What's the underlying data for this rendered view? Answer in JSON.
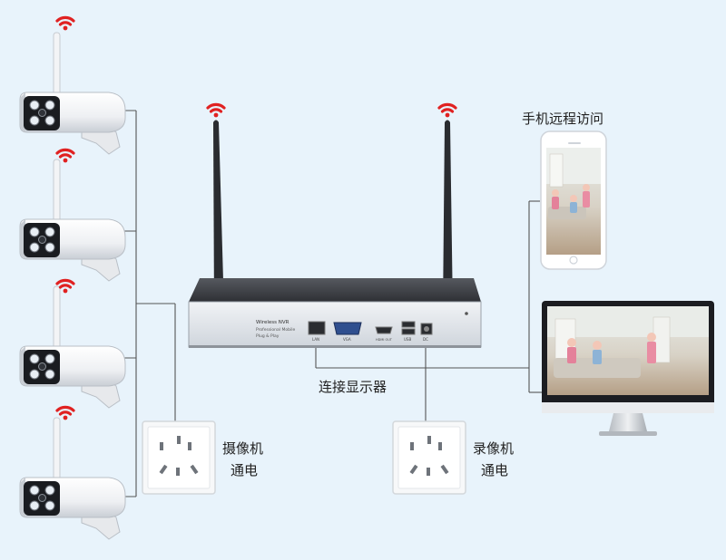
{
  "labels": {
    "phone_access": "手机远程访问",
    "connect_display": "连接显示器",
    "camera_power": [
      "摄像机",
      "通电"
    ],
    "recorder_power": [
      "录像机",
      "通电"
    ]
  },
  "nvr": {
    "front_text": [
      "Wireless NVR",
      "Professional Mobile",
      "Plug & Play"
    ],
    "ports": [
      "LAN",
      "VGA",
      "HDMI OUT",
      "USB",
      "DC"
    ]
  },
  "colors": {
    "background": "#e8f3fb",
    "wifi": "#e02121",
    "line": "#555555",
    "nvr_body": "#3d3f44",
    "nvr_face": "#dfe4ea"
  },
  "cameras": [
    {
      "name": "camera-1"
    },
    {
      "name": "camera-2"
    },
    {
      "name": "camera-3"
    },
    {
      "name": "camera-4"
    }
  ]
}
